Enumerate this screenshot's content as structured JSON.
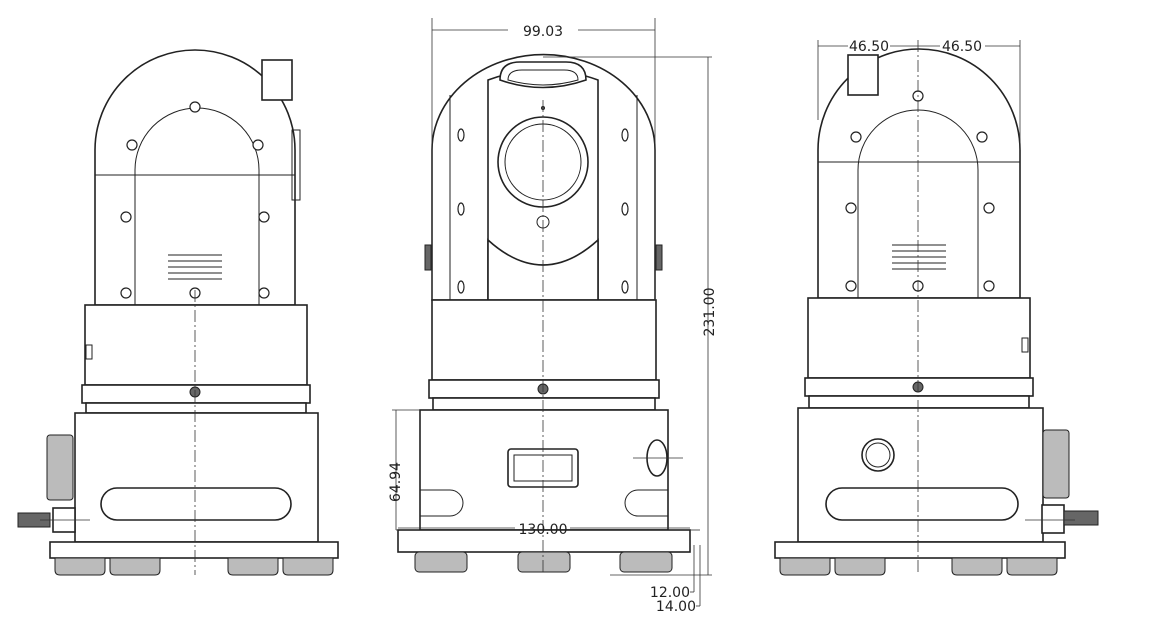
{
  "dimensions": {
    "head_width": "99.03",
    "total_height": "231.00",
    "half_width_left": "46.50",
    "half_width_right": "46.50",
    "base_height": "64.94",
    "base_width": "130.00",
    "plate_thickness": "12.00",
    "foot_height": "14.00"
  }
}
